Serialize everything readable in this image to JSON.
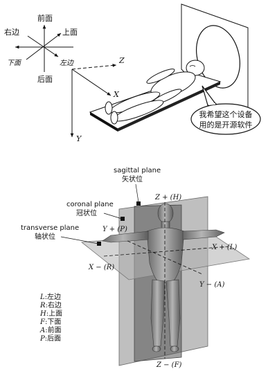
{
  "top_diagram": {
    "compass": {
      "front": "前面",
      "back": "后面",
      "right": "右边",
      "left": "左边",
      "up": "上面",
      "down": "下面"
    },
    "axes": {
      "z": "Z",
      "x": "X",
      "y": "Y"
    },
    "speech_bubble": [
      "我希望这个设备",
      "用的是开源软件"
    ]
  },
  "bottom_diagram": {
    "planes": {
      "sagittal_en": "sagittal plane",
      "sagittal_cn": "矢状位",
      "coronal_en": "coronal plane",
      "coronal_cn": "冠状位",
      "transverse_en": "transverse plane",
      "transverse_cn": "轴状位"
    },
    "axis_labels": {
      "z_pos": "Z + (H)",
      "y_pos": "Y + (P)",
      "x_pos": "X + (L)",
      "x_neg": "X − (R)",
      "y_neg": "Y − (A)",
      "z_neg": "Z − (F)"
    },
    "legend": [
      {
        "key": "L",
        "value": ":左边"
      },
      {
        "key": "R",
        "value": ":右边"
      },
      {
        "key": "H",
        "value": ":上面"
      },
      {
        "key": "F",
        "value": ":下面"
      },
      {
        "key": "A",
        "value": ":前面"
      },
      {
        "key": "P",
        "value": ":后面"
      }
    ]
  }
}
